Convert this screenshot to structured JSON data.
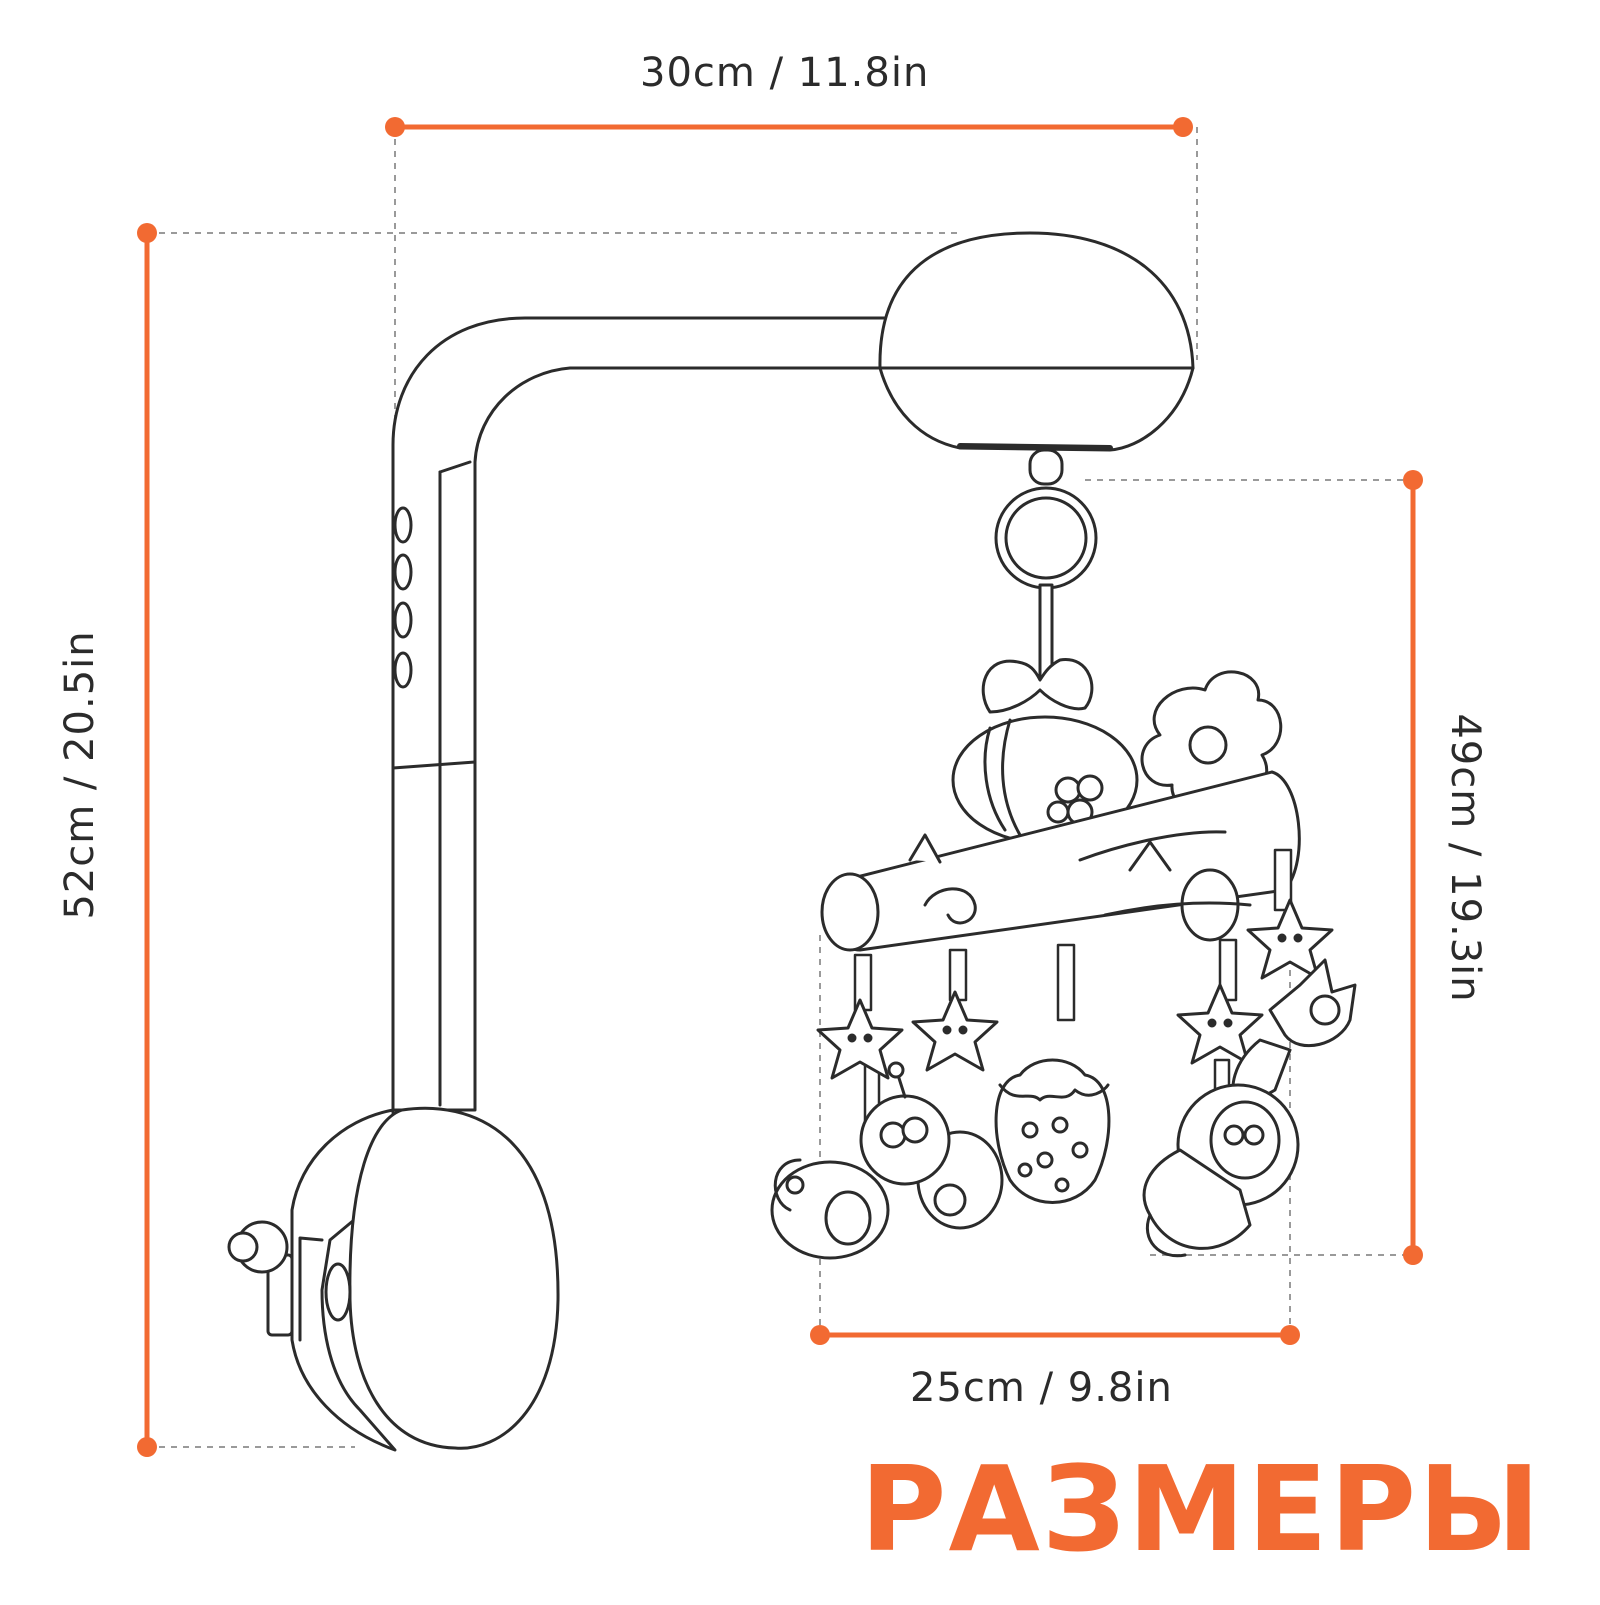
{
  "dimensions": {
    "width_total": "30cm / 11.8in",
    "height_total": "52cm / 20.5in",
    "mobile_height": "49cm / 19.3in",
    "mobile_width": "25cm / 9.8in"
  },
  "caption": "РАЗМЕРЫ",
  "colors": {
    "accent": "#f26a32",
    "line": "#2b2b2b",
    "guide": "#9a9a9a"
  }
}
